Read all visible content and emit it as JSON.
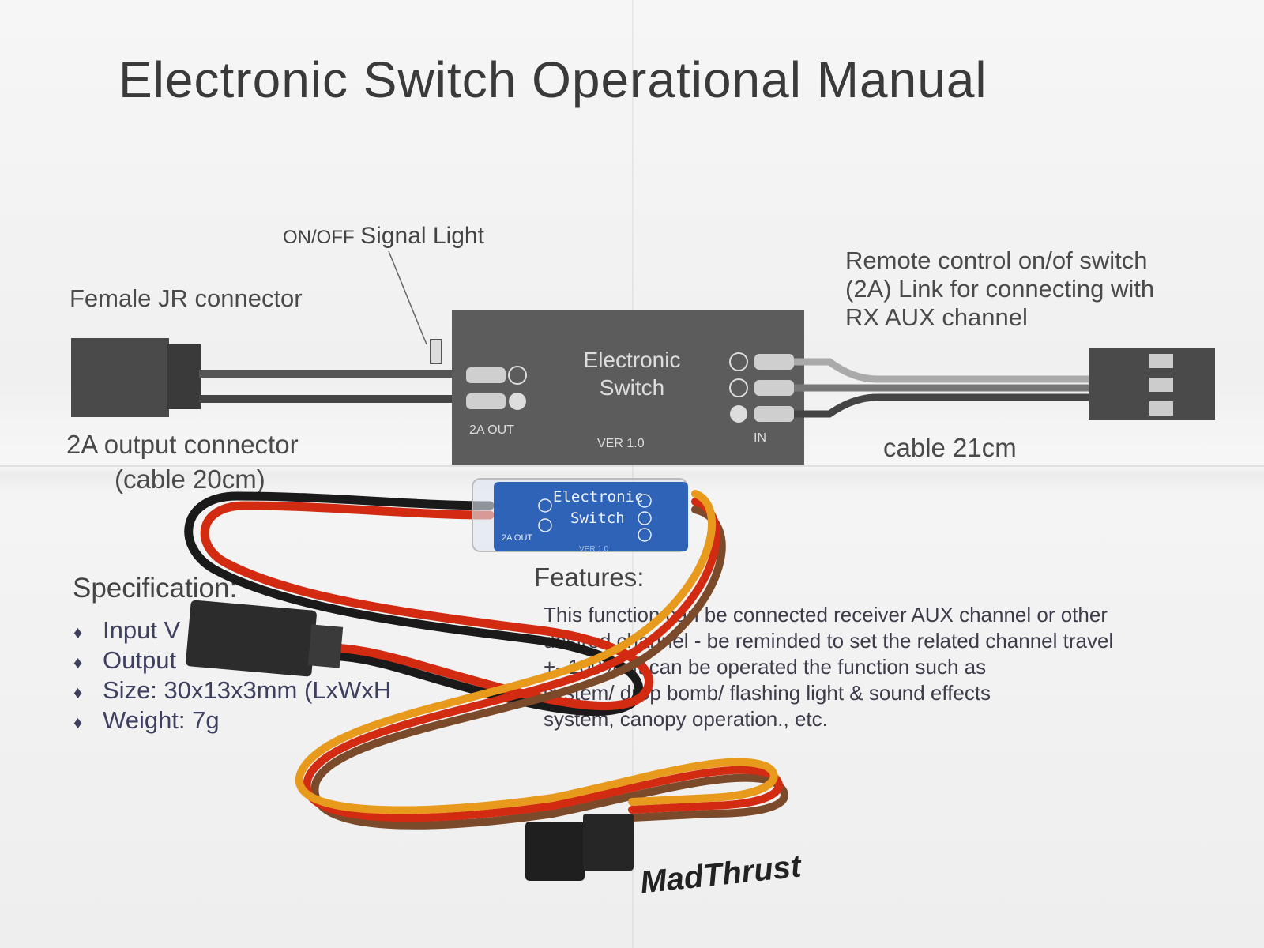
{
  "manual": {
    "title": "Electronic Switch Operational Manual",
    "labels": {
      "signal_light_prefix": "ON/OFF",
      "signal_light": "Signal Light",
      "female_jr": "Female JR connector",
      "output_connector": "2A output connector",
      "output_cable": "(cable 20cm)",
      "remote_line1": "Remote control on/of switch",
      "remote_line2": "(2A) Link for connecting with",
      "remote_line3": "RX AUX channel",
      "input_cable": "cable 21cm"
    },
    "module": {
      "name_line1": "Electronic",
      "name_line2": "Switch",
      "out_label": "2A OUT",
      "version": "VER 1.0",
      "in_label": "IN"
    },
    "specification": {
      "heading": "Specification:",
      "items": [
        "Input V",
        "Output",
        "Size: 30x13x3mm (LxWxH",
        "Weight: 7g"
      ]
    },
    "features": {
      "heading": "Features:",
      "lines": [
        "This function can be connected receiver AUX channel or other",
        "desired channel - be reminded to set the related channel travel",
        "+- 100%. It can be operated the function such as",
        "system/ drop bomb/ flashing light & sound effects",
        "system, canopy operation., etc."
      ]
    }
  },
  "photo_module": {
    "name_line1": "Electronic",
    "name_line2": "Switch",
    "out_label": "2A OUT",
    "version": "VER 1.0"
  },
  "logo_text": "MadThrust",
  "colors": {
    "paper": "#f3f3f3",
    "ink": "#444444",
    "module_body": "#5a5a5a",
    "pcb_blue": "#2f63b8",
    "wire_red": "#d32a12",
    "wire_black": "#1a1a1a",
    "wire_orange": "#e89a1c",
    "wire_brown": "#7a4a2a"
  }
}
